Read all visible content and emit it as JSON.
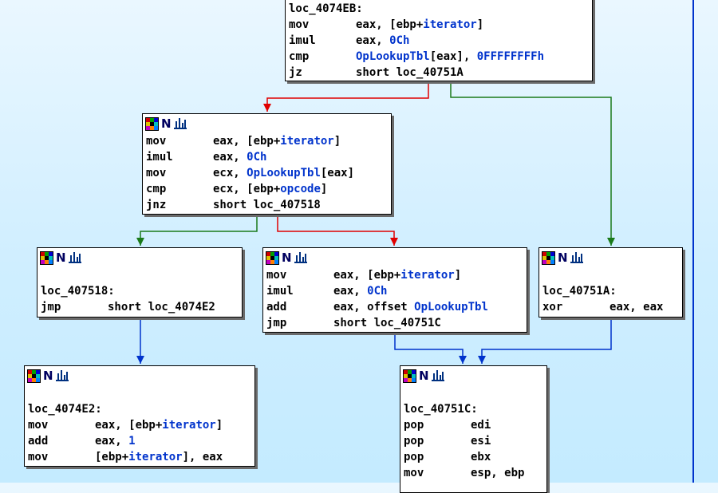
{
  "colors": {
    "true_edge": "#1a7a1a",
    "false_edge": "#e00000",
    "jump_edge": "#0033cc",
    "symbol": "#0033cc"
  },
  "icons": [
    "color-grid-icon",
    "n-icon",
    "graph-icon"
  ],
  "n_icon_glyph": "N",
  "nodes": [
    {
      "id": "loc_4074EB",
      "header": false,
      "label": "loc_4074EB:",
      "lines": [
        {
          "m": "mov",
          "o": [
            {
              "t": "eax, [ebp+"
            },
            {
              "t": "iterator",
              "s": 1
            },
            {
              "t": "]"
            }
          ]
        },
        {
          "m": "imul",
          "o": [
            {
              "t": "eax, "
            },
            {
              "t": "0Ch",
              "s": 1
            }
          ]
        },
        {
          "m": "cmp",
          "o": [
            {
              "t": "OpLookupTbl",
              "s": 1
            },
            {
              "t": "[eax], "
            },
            {
              "t": "0FFFFFFFFh",
              "s": 1
            }
          ]
        },
        {
          "m": "jz",
          "o": [
            {
              "t": "short loc_40751A"
            }
          ]
        }
      ]
    },
    {
      "id": "block_cmp_opcode",
      "header": true,
      "label": "",
      "lines": [
        {
          "m": "mov",
          "o": [
            {
              "t": "eax, [ebp+"
            },
            {
              "t": "iterator",
              "s": 1
            },
            {
              "t": "]"
            }
          ]
        },
        {
          "m": "imul",
          "o": [
            {
              "t": "eax, "
            },
            {
              "t": "0Ch",
              "s": 1
            }
          ]
        },
        {
          "m": "mov",
          "o": [
            {
              "t": "ecx, "
            },
            {
              "t": "OpLookupTbl",
              "s": 1
            },
            {
              "t": "[eax]"
            }
          ]
        },
        {
          "m": "cmp",
          "o": [
            {
              "t": "ecx, [ebp+"
            },
            {
              "t": "opcode",
              "s": 1
            },
            {
              "t": "]"
            }
          ]
        },
        {
          "m": "jnz",
          "o": [
            {
              "t": "short loc_407518"
            }
          ]
        }
      ]
    },
    {
      "id": "loc_407518",
      "header": true,
      "blank": true,
      "label": "loc_407518:",
      "lines": [
        {
          "m": "jmp",
          "o": [
            {
              "t": "short loc_4074E2"
            }
          ]
        }
      ]
    },
    {
      "id": "block_add_offset",
      "header": true,
      "label": "",
      "lines": [
        {
          "m": "mov",
          "o": [
            {
              "t": "eax, [ebp+"
            },
            {
              "t": "iterator",
              "s": 1
            },
            {
              "t": "]"
            }
          ]
        },
        {
          "m": "imul",
          "o": [
            {
              "t": "eax, "
            },
            {
              "t": "0Ch",
              "s": 1
            }
          ]
        },
        {
          "m": "add",
          "o": [
            {
              "t": "eax, offset "
            },
            {
              "t": "OpLookupTbl",
              "s": 1
            }
          ]
        },
        {
          "m": "jmp",
          "o": [
            {
              "t": "short loc_40751C"
            }
          ]
        }
      ]
    },
    {
      "id": "loc_40751A",
      "header": true,
      "blank": true,
      "label": "loc_40751A:",
      "lines": [
        {
          "m": "xor",
          "o": [
            {
              "t": "eax, eax"
            }
          ]
        }
      ]
    },
    {
      "id": "loc_4074E2",
      "header": true,
      "blank": true,
      "label": "loc_4074E2:",
      "lines": [
        {
          "m": "mov",
          "o": [
            {
              "t": "eax, [ebp+"
            },
            {
              "t": "iterator",
              "s": 1
            },
            {
              "t": "]"
            }
          ]
        },
        {
          "m": "add",
          "o": [
            {
              "t": "eax, "
            },
            {
              "t": "1",
              "s": 1
            }
          ]
        },
        {
          "m": "mov",
          "o": [
            {
              "t": "[ebp+"
            },
            {
              "t": "iterator",
              "s": 1
            },
            {
              "t": "], eax"
            }
          ]
        }
      ]
    },
    {
      "id": "loc_40751C",
      "header": true,
      "blank": true,
      "label": "loc_40751C:",
      "lines": [
        {
          "m": "pop",
          "o": [
            {
              "t": "edi"
            }
          ]
        },
        {
          "m": "pop",
          "o": [
            {
              "t": "esi"
            }
          ]
        },
        {
          "m": "pop",
          "o": [
            {
              "t": "ebx"
            }
          ]
        },
        {
          "m": "mov",
          "o": [
            {
              "t": "esp, ebp"
            }
          ]
        }
      ]
    }
  ],
  "edges": [
    {
      "from": "loc_4074EB",
      "to": "block_cmp_opcode",
      "kind": "false_edge"
    },
    {
      "from": "loc_4074EB",
      "to": "loc_40751A",
      "kind": "true_edge"
    },
    {
      "from": "block_cmp_opcode",
      "to": "loc_407518",
      "kind": "true_edge"
    },
    {
      "from": "block_cmp_opcode",
      "to": "block_add_offset",
      "kind": "false_edge"
    },
    {
      "from": "loc_407518",
      "to": "loc_4074E2",
      "kind": "jump_edge"
    },
    {
      "from": "block_add_offset",
      "to": "loc_40751C",
      "kind": "jump_edge"
    },
    {
      "from": "loc_40751A",
      "to": "loc_40751C",
      "kind": "jump_edge"
    }
  ]
}
